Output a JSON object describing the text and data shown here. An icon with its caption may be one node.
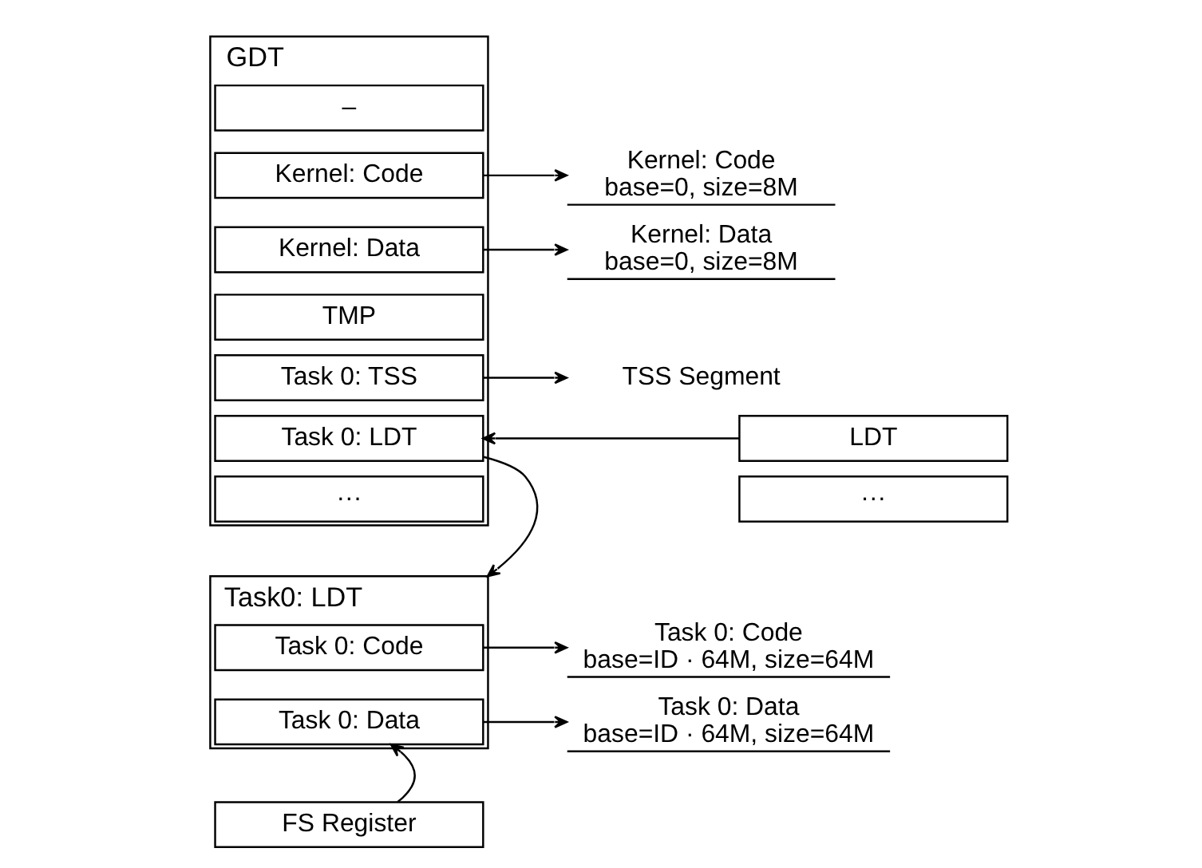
{
  "diagram": {
    "nodes": [
      {
        "text": [
          "GDT"
        ]
      },
      {
        "text": [
          "–"
        ],
        "in": 0
      },
      {
        "text": [
          "Kernel: Code"
        ],
        "in": 0
      },
      {
        "text": [
          "Kernel: Data"
        ],
        "in": 0
      },
      {
        "text": [
          "TMP"
        ],
        "in": 0
      },
      {
        "text": [
          "Task 0: TSS"
        ],
        "in": 0
      },
      {
        "text": [
          "Task 0: LDT"
        ],
        "in": 0
      },
      {
        "text": [
          "···"
        ],
        "in": 0
      },
      {
        "text": [
          "Kernel: Code",
          "base=0, size=8M"
        ]
      },
      {
        "text": [
          "Kernel: Data",
          "base=0, size=8M"
        ]
      },
      {
        "text": [
          "TSS Segment"
        ]
      },
      {
        "text": [
          "LDT"
        ]
      },
      {
        "text": [
          "···"
        ]
      },
      {
        "text": [
          "Task0: LDT"
        ]
      },
      {
        "text": [
          "Task 0: Code"
        ],
        "in": 13
      },
      {
        "text": [
          "Task 0: Data"
        ],
        "in": 13
      },
      {
        "text": [
          "Task 0: Code",
          "base=ID · 64M, size=64M"
        ]
      },
      {
        "text": [
          "Task 0: Data",
          "base=ID · 64M, size=64M"
        ]
      },
      {
        "text": [
          "FS Register"
        ]
      }
    ],
    "edges": [
      {
        "from": 2,
        "to": 8,
        "arrow": "to"
      },
      {
        "from": 3,
        "to": 9,
        "arrow": "to"
      },
      {
        "from": 5,
        "to": 10,
        "arrow": "to"
      },
      {
        "from": 11,
        "to": 6,
        "arrow": "to"
      },
      {
        "from": 6,
        "to": 13,
        "arrow": "to"
      },
      {
        "from": 14,
        "to": 16,
        "arrow": "to"
      },
      {
        "from": 15,
        "to": 17,
        "arrow": "to"
      },
      {
        "from": 18,
        "to": 15,
        "arrow": "to"
      }
    ]
  }
}
